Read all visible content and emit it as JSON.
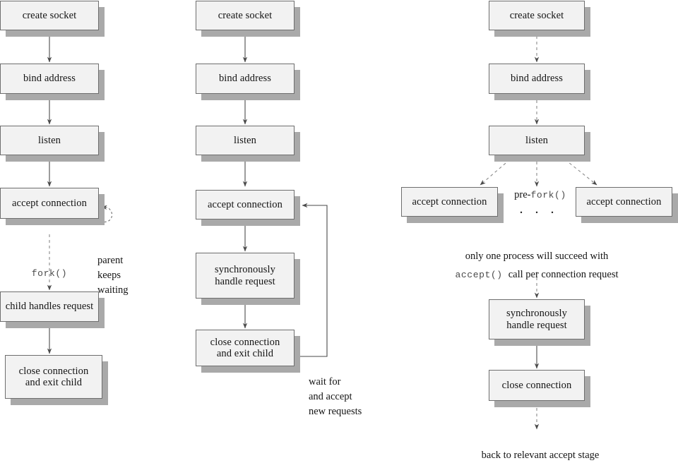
{
  "diagram": {
    "title": "Socket server models flow diagram",
    "colors": {
      "box_fill": "#f2f2f2",
      "box_border": "#6e6e6e",
      "box_shadow": "#a9a9a9",
      "arrow": "#4a4a4a",
      "text": "#141414"
    },
    "columns": [
      {
        "id": "forking-server",
        "nodes": [
          {
            "id": "c1-create-socket",
            "label": "create socket"
          },
          {
            "id": "c1-bind-address",
            "label": "bind address"
          },
          {
            "id": "c1-listen",
            "label": "listen"
          },
          {
            "id": "c1-accept-connection",
            "label": "accept connection"
          },
          {
            "id": "c1-child-handles-request",
            "label": "child handles request"
          },
          {
            "id": "c1-close-connection",
            "label": "close connection\nand exit child"
          }
        ],
        "annotations": [
          {
            "id": "c1-fork-label",
            "text": "fork()",
            "style": "mono"
          },
          {
            "id": "c1-parent-keeps-waiting",
            "text": "parent\nkeeps\nwaiting",
            "style": "serif"
          }
        ]
      },
      {
        "id": "iterative-server",
        "nodes": [
          {
            "id": "c2-create-socket",
            "label": "create socket"
          },
          {
            "id": "c2-bind-address",
            "label": "bind address"
          },
          {
            "id": "c2-listen",
            "label": "listen"
          },
          {
            "id": "c2-accept-connection",
            "label": "accept connection"
          },
          {
            "id": "c2-synchronously-handle",
            "label": "synchronously\nhandle request"
          },
          {
            "id": "c2-close-connection",
            "label": "close connection\nand exit child"
          }
        ],
        "annotations": [
          {
            "id": "c2-wait-for-new-requests",
            "text": "wait for\nand accept\nnew requests",
            "style": "serif"
          }
        ]
      },
      {
        "id": "preforking-server",
        "nodes": [
          {
            "id": "c3-create-socket",
            "label": "create socket"
          },
          {
            "id": "c3-bind-address",
            "label": "bind address"
          },
          {
            "id": "c3-listen",
            "label": "listen"
          },
          {
            "id": "c3-accept-connection-left",
            "label": "accept connection"
          },
          {
            "id": "c3-accept-connection-right",
            "label": "accept connection"
          },
          {
            "id": "c3-synchronously-handle",
            "label": "synchronously\nhandle request"
          },
          {
            "id": "c3-close-connection",
            "label": "close connection"
          }
        ],
        "annotations": [
          {
            "id": "c3-prefork-prefix",
            "text": "pre-",
            "style": "serif"
          },
          {
            "id": "c3-prefork-call",
            "text": "fork()",
            "style": "mono"
          },
          {
            "id": "c3-ellipsis",
            "text": ". . .",
            "style": "serif"
          },
          {
            "id": "c3-only-one-process",
            "text": "only one process will succeed with",
            "style": "serif"
          },
          {
            "id": "c3-accept-call",
            "text": "accept()",
            "style": "mono"
          },
          {
            "id": "c3-call-per-request",
            "text": "call per connection request",
            "style": "serif"
          },
          {
            "id": "c3-back-to-accept",
            "text": "back to relevant accept stage",
            "style": "serif"
          }
        ]
      }
    ]
  }
}
